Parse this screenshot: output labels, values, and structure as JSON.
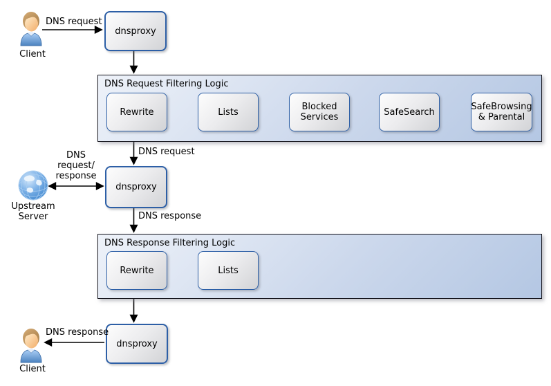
{
  "diagram": {
    "actors": {
      "client_top": {
        "label": "Client"
      },
      "client_bottom": {
        "label": "Client"
      },
      "upstream_server": {
        "label": "Upstream\nServer"
      }
    },
    "nodes": {
      "dnsproxy_top": {
        "label": "dnsproxy"
      },
      "dnsproxy_middle": {
        "label": "dnsproxy"
      },
      "dnsproxy_bottom": {
        "label": "dnsproxy"
      }
    },
    "request_filtering": {
      "title": "DNS Request Filtering Logic",
      "steps": [
        {
          "label": "Rewrite"
        },
        {
          "label": "Lists"
        },
        {
          "label": "Blocked\nServices"
        },
        {
          "label": "SafeSearch"
        },
        {
          "label": "SafeBrowsing\n& Parental"
        }
      ]
    },
    "response_filtering": {
      "title": "DNS Response Filtering Logic",
      "steps": [
        {
          "label": "Rewrite"
        },
        {
          "label": "Lists"
        }
      ]
    },
    "edge_labels": {
      "client_to_proxy": "DNS request",
      "filter_to_proxy": "DNS request",
      "upstream_exchange": "DNS\nrequest/\nresponse",
      "proxy_to_response_filter": "DNS response",
      "proxy_to_client": "DNS response"
    },
    "colors": {
      "node_border": "#2d5fa6",
      "node_fill_start": "#fdfdfd",
      "node_fill_end": "#d2d3d6",
      "group_fill_start": "#eef2f9",
      "group_fill_end": "#b4c7e3",
      "group_border": "#15151d",
      "arrow": "#000000",
      "background": "#ffffff"
    }
  }
}
